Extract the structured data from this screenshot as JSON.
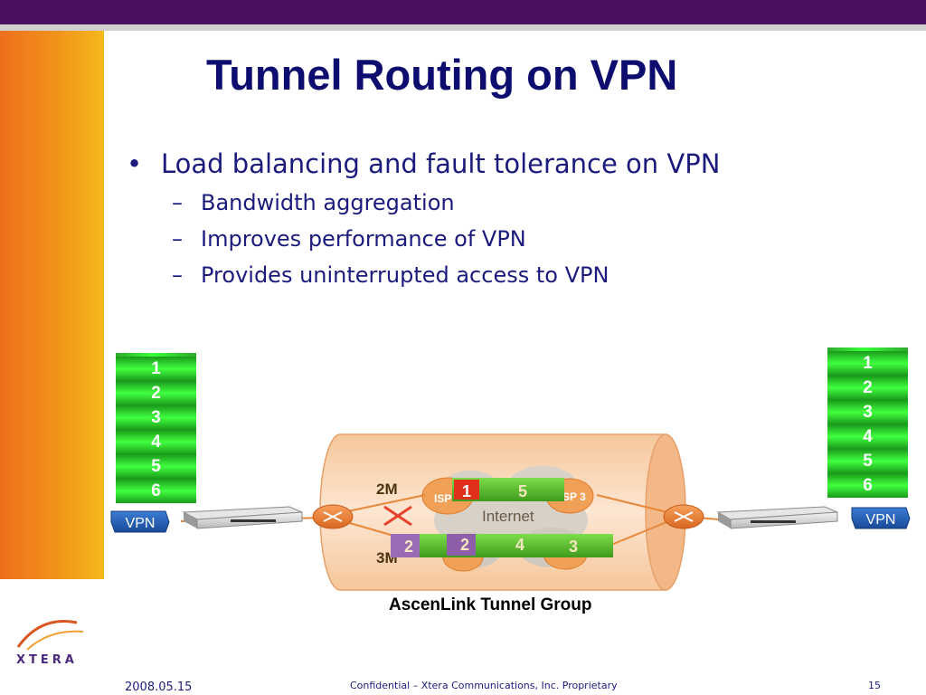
{
  "slide": {
    "title": "Tunnel Routing on VPN",
    "bullet_main": "Load balancing and fault tolerance on VPN",
    "sub_bullets": [
      "Bandwidth aggregation",
      "Improves performance of VPN",
      "Provides uninterrupted access to VPN"
    ]
  },
  "diagram": {
    "left_stack": [
      "1",
      "2",
      "3",
      "4",
      "5",
      "6"
    ],
    "right_stack": [
      "1",
      "2",
      "3",
      "4",
      "5",
      "6"
    ],
    "vpn_left": "VPN",
    "vpn_right": "VPN",
    "label_2m": "2M",
    "label_3m": "3M",
    "isp_left": "ISP",
    "isp_right": "SP 3",
    "internet": "Internet",
    "upper_packets": [
      "1",
      "5"
    ],
    "lower_packets": [
      "2",
      "2",
      "4",
      "3"
    ],
    "group_label": "AscenLink Tunnel Group"
  },
  "footer": {
    "date": "2008.05.15",
    "confidential": "Confidential – Xtera Communications, Inc. Proprietary",
    "page": "15",
    "logo": "XTERA"
  },
  "colors": {
    "title": "#0d0d70",
    "body_text": "#1b1b7e",
    "top_bar": "#4b1060",
    "sidebar": "#f1931a",
    "tunnel": "#fbd9bd",
    "packet_green": "#5cb82e",
    "packet_red": "#e0301c",
    "packet_purple": "#9a6ab4",
    "vpn_badge": "#1f5cad",
    "stack_green": "#2fd12f"
  }
}
